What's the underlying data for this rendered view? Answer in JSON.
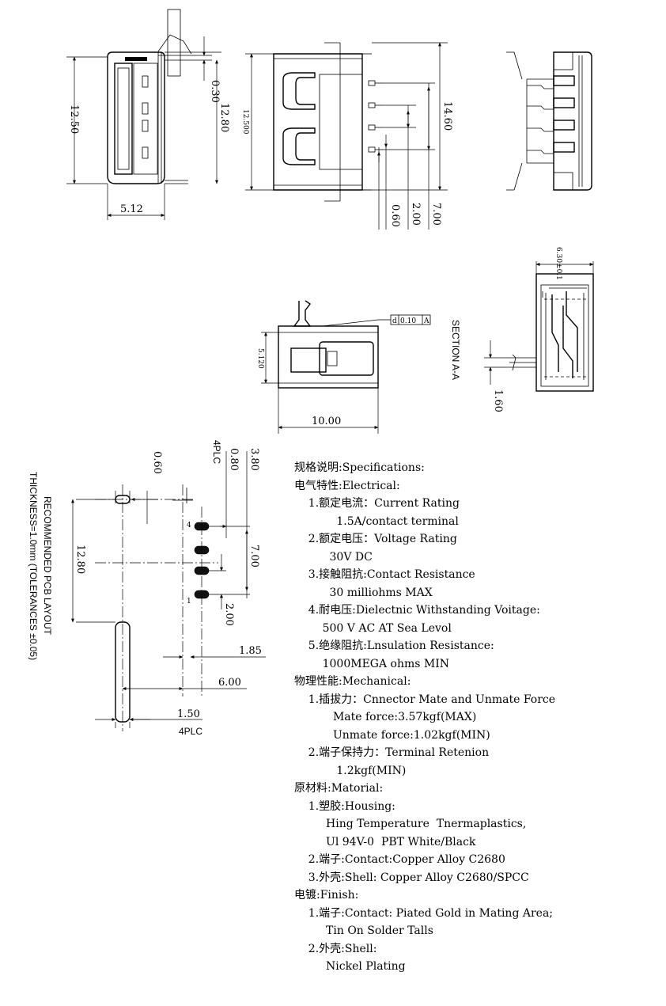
{
  "dimensions": {
    "front_height_outer": "12.50",
    "front_tab_offset": "0.30",
    "front_height_shell": "12.80",
    "front_width": "5.12",
    "side_height_ref": "12.500",
    "side_length": "14.60",
    "pin_pitch_small": "0.60",
    "pin_pitch": "2.00",
    "pin_span": "7.00",
    "section_height": "5.120",
    "section_length": "10.00",
    "section_shell": "6.30±0.1",
    "section_tail": "1.60",
    "pcb_hole_width": "0.60",
    "pcb_pad_width": "0.80",
    "pcb_pad_span": "3.80",
    "pcb_slot_span": "12.80",
    "pcb_pin_span": "7.00",
    "pcb_pin_pitch": "2.00",
    "pcb_edge_pad": "1.85",
    "pcb_edge_slot": "6.00",
    "pcb_slot_width": "1.50",
    "pin_one": "1",
    "pin_four": "4"
  },
  "labels": {
    "flatness": "0.10",
    "datum": "A",
    "flatness_symbol": "d",
    "section": "SECTION A-A",
    "plc_top": "4PLC",
    "plc_bottom": "4PLC",
    "pcb_title": "RECOMMENDED PCB LAYOUT",
    "pcb_thickness": "THICKNESS=1.0mm (TOLERANCES ±0.05)"
  },
  "specifications": [
    "规格说明:Specifications:",
    "电气特性:Electrical:",
    "    1.额定电流：Current Rating",
    "            1.5A/contact terminal",
    "    2.额定电压：Voltage Rating",
    "          30V DC",
    "    3.接触阻抗:Contact Resistance",
    "          30 milliohms MAX",
    "    4.耐电压:Dielectnic Withstanding Voitage:",
    "        500 V AC AT Sea Levol",
    "    5.绝缘阻抗:Lnsulation Resistance:",
    "        1000MEGA ohms MIN",
    "物理性能:Mechanical:",
    "    1.插拔力：Cnnector Mate and Unmate Force",
    "           Mate force:3.57kgf(MAX)",
    "           Unmate force:1.02kgf(MIN)",
    "    2.端子保持力：Terminal Retenion",
    "            1.2kgf(MIN)",
    "原材料:Matorial:",
    "    1.塑胶:Housing:",
    "         Hing Temperature  Tnermaplastics,",
    "         Ul 94V-0  PBT White/Black",
    "    2.端子:Contact:Copper Alloy C2680",
    "    3.外壳:Shell: Copper Alloy C2680/SPCC",
    "电镀:Finish:",
    "    1.端子:Contact: Piated Gold in Mating Area;",
    "         Tin On Solder Talls",
    "    2.外壳:Shell:",
    "         Nickel Plating"
  ]
}
